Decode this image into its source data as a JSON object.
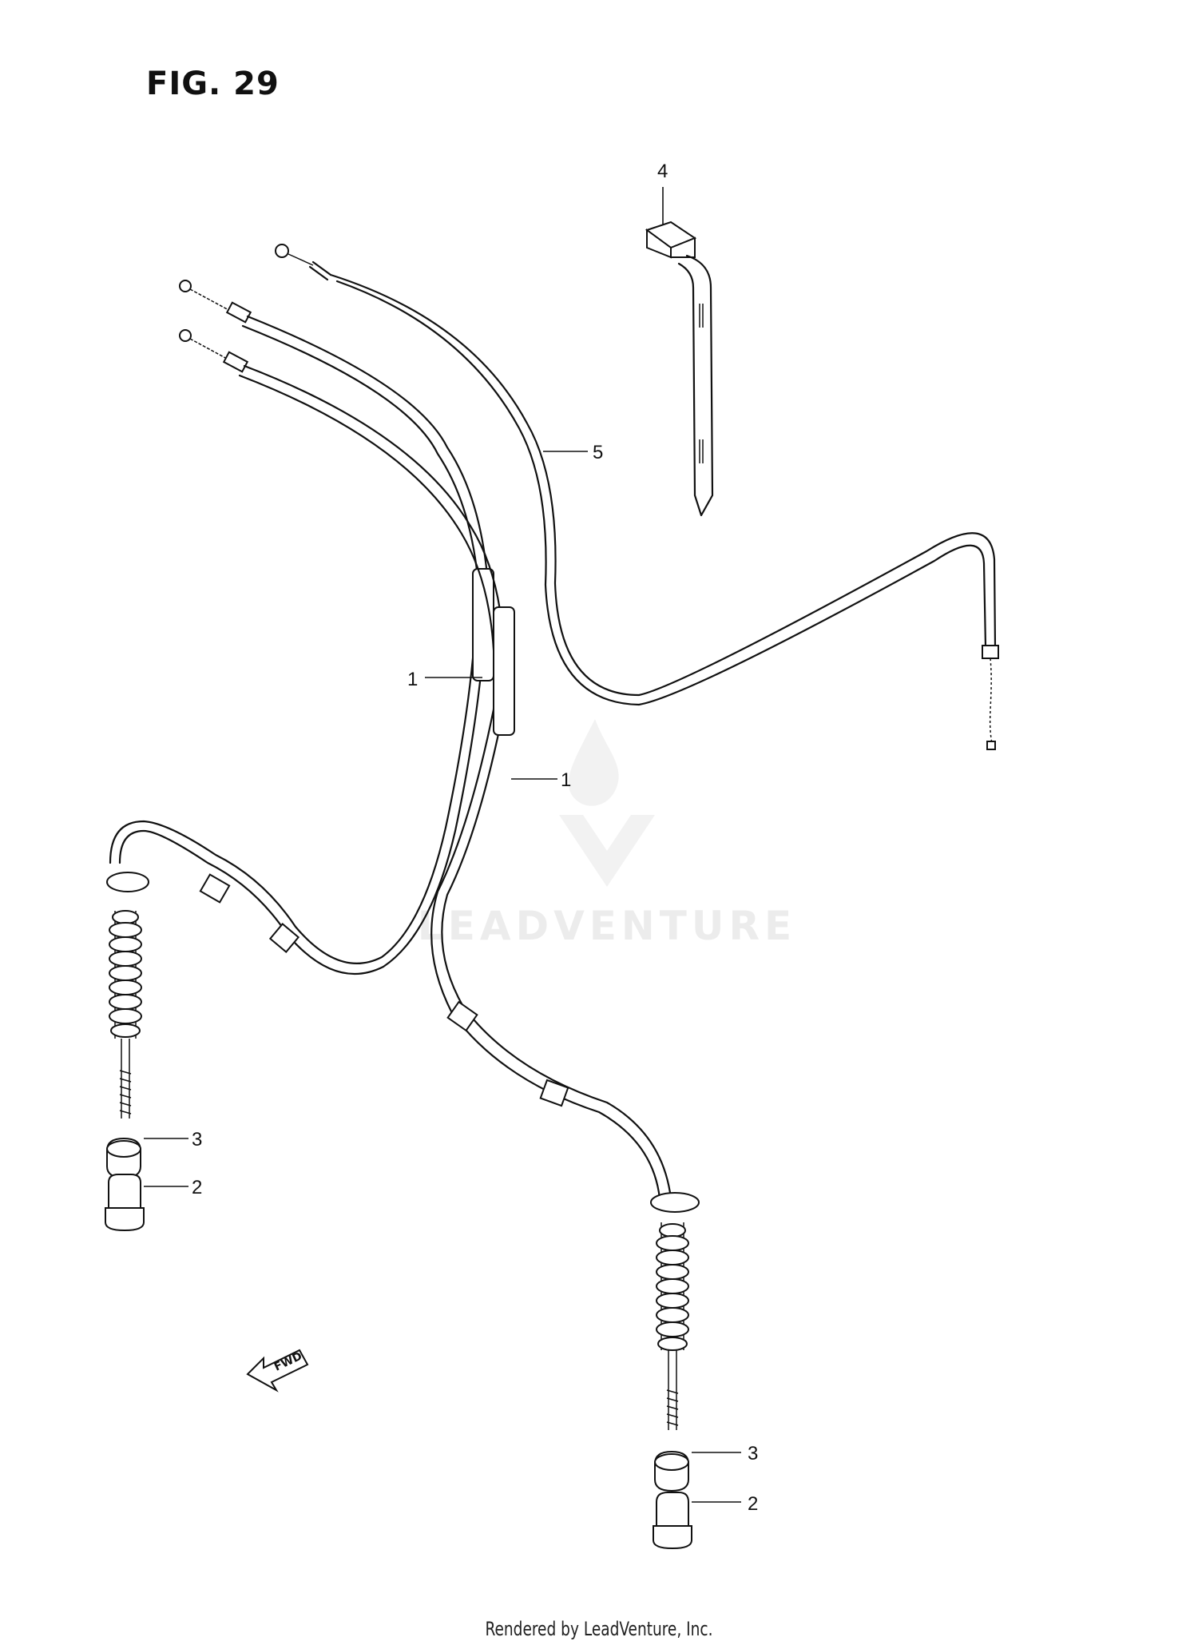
{
  "figure": {
    "title": "FIG. 29"
  },
  "callouts": [
    {
      "id": "callout-1-left",
      "label": "1"
    },
    {
      "id": "callout-1-right",
      "label": "1"
    },
    {
      "id": "callout-2-left",
      "label": "2"
    },
    {
      "id": "callout-2-right",
      "label": "2"
    },
    {
      "id": "callout-3-left",
      "label": "3"
    },
    {
      "id": "callout-3-right",
      "label": "3"
    },
    {
      "id": "callout-4",
      "label": "4"
    },
    {
      "id": "callout-5",
      "label": "5"
    }
  ],
  "fwd_marker": {
    "label": "FWD"
  },
  "watermark": {
    "text": "LEADVENTURE"
  },
  "footer": {
    "text": "Rendered by LeadVenture, Inc."
  }
}
